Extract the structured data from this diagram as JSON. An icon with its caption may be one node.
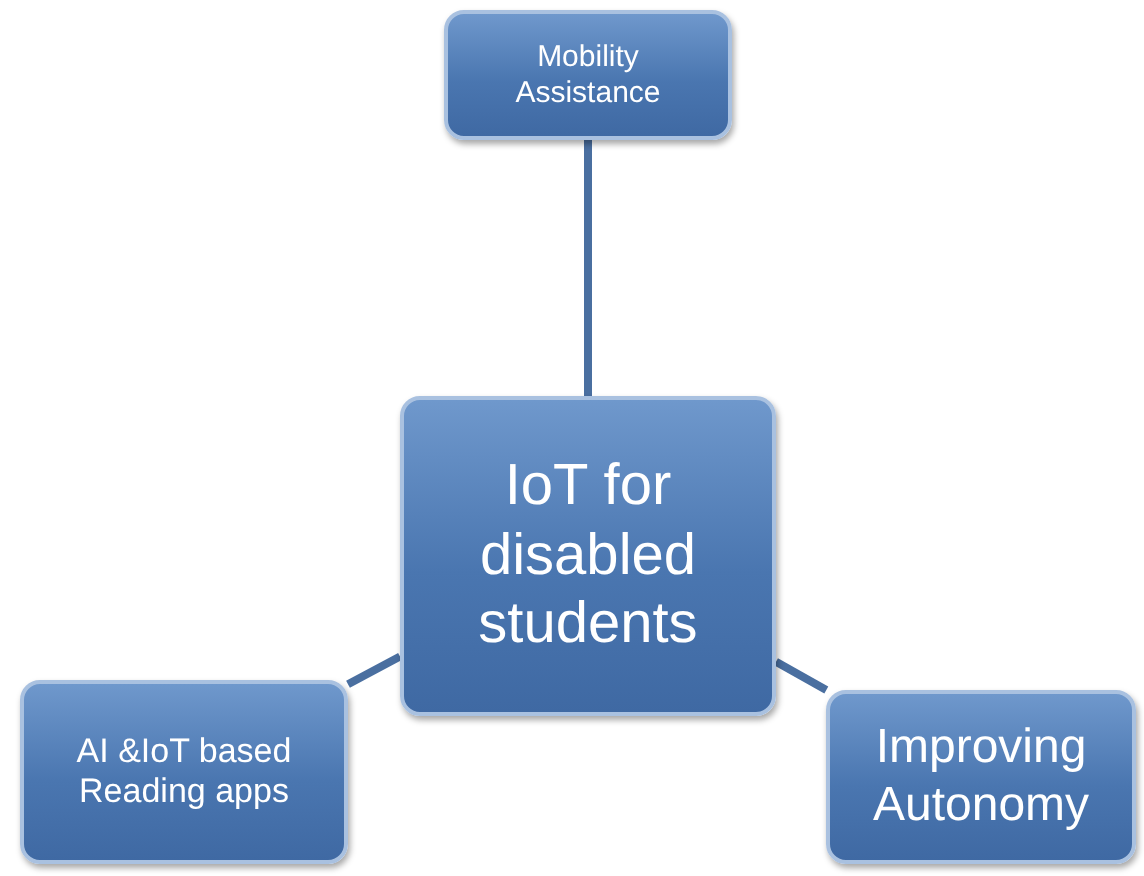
{
  "diagram": {
    "nodes": [
      {
        "text": [
          "Mobility Assistance"
        ]
      },
      {
        "text": [
          "IoT for disabled students"
        ]
      },
      {
        "text": [
          "AI &IoT based Reading apps"
        ]
      },
      {
        "text": [
          "Improving Autonomy"
        ]
      }
    ],
    "edges": [
      {
        "from": 1,
        "to": 0,
        "arrow": "none"
      },
      {
        "from": 1,
        "to": 2,
        "arrow": "none"
      },
      {
        "from": 1,
        "to": 3,
        "arrow": "none"
      }
    ]
  }
}
